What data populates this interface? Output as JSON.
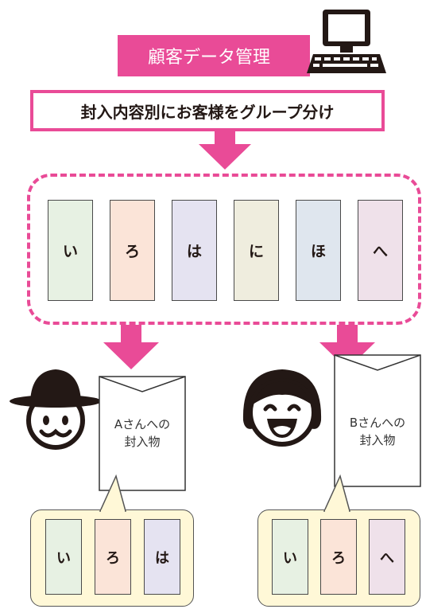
{
  "header": {
    "title": "顧客データ管理",
    "grouping": "封入内容別にお客様をグループ分け"
  },
  "all_cards": [
    {
      "label": "い",
      "color": "#e7f1e3"
    },
    {
      "label": "ろ",
      "color": "#fbe4d8"
    },
    {
      "label": "は",
      "color": "#e5e3f1"
    },
    {
      "label": "に",
      "color": "#efedde"
    },
    {
      "label": "ほ",
      "color": "#dfe6ee"
    },
    {
      "label": "へ",
      "color": "#efe1ea"
    }
  ],
  "customer_a": {
    "envelope_line1": "Aさんへの",
    "envelope_line2": "封入物",
    "cards": [
      {
        "label": "い",
        "color": "#e7f1e3"
      },
      {
        "label": "ろ",
        "color": "#fbe4d8"
      },
      {
        "label": "は",
        "color": "#e5e3f1"
      }
    ]
  },
  "customer_b": {
    "envelope_line1": "Bさんへの",
    "envelope_line2": "封入物",
    "cards": [
      {
        "label": "い",
        "color": "#e7f1e3"
      },
      {
        "label": "ろ",
        "color": "#fbe4d8"
      },
      {
        "label": "へ",
        "color": "#efe1ea"
      }
    ]
  },
  "colors": {
    "accent": "#e94b97",
    "panel_bg": "#fff8d7"
  }
}
